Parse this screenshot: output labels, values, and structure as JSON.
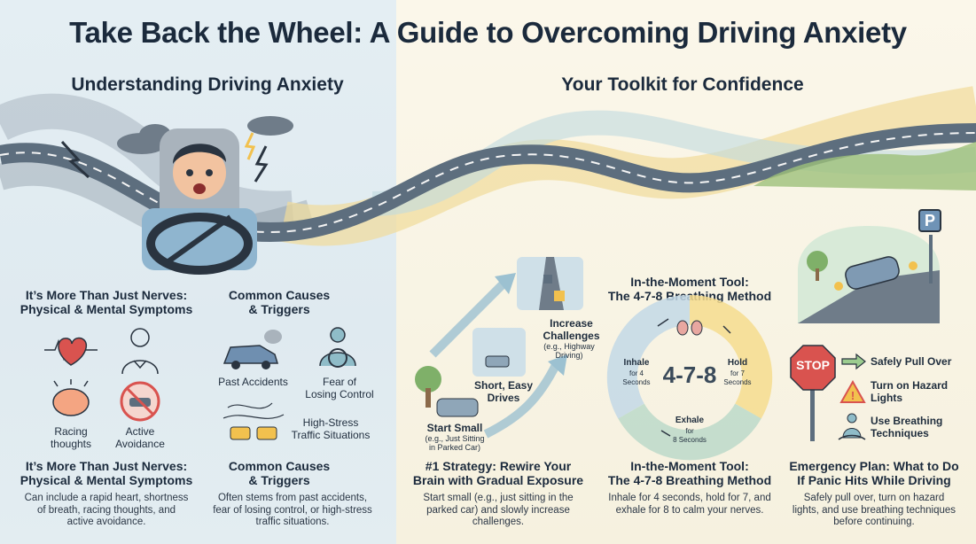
{
  "title": "Take Back the Wheel: A Guide to Overcoming Driving Anxiety",
  "left": {
    "heading": "Understanding Driving Anxiety",
    "symptoms": {
      "title": [
        "It’s More Than Just Nerves:",
        "Physical & Mental Symptoms"
      ],
      "icons": [
        "heart-icon",
        "shortness-of-breath-icon",
        "brain-icon",
        "no-driving-icon"
      ],
      "labels": [
        [
          "Racing",
          "thoughts"
        ],
        [
          "Active",
          "Avoidance"
        ]
      ],
      "bottom_title": [
        "It’s More Than Just Nerves:",
        "Physical & Mental Symptoms"
      ],
      "description": [
        "Can include a rapid heart, shortness",
        "of breath, racing thoughts, and",
        "active avoidance."
      ]
    },
    "causes": {
      "title": [
        "Common Causes",
        "& Triggers"
      ],
      "items": [
        "Past Accidents",
        [
          "Fear of",
          "Losing Control"
        ],
        [
          "High-Stress",
          "Traffic Situations"
        ]
      ],
      "bottom_title": [
        "Common Causes",
        "& Triggers"
      ],
      "description": [
        "Often stems from past accidents,",
        "fear of losing control, or high-stress",
        "traffic situations."
      ]
    }
  },
  "right": {
    "heading": "Your Toolkit for Confidence",
    "exposure": {
      "steps": [
        {
          "title": "Start Small",
          "sub": [
            "(e.g., Just Sitting",
            "in Parked Car)"
          ]
        },
        {
          "title": [
            "Short, Easy",
            "Drives"
          ],
          "sub": []
        },
        {
          "title": [
            "Increase",
            "Challenges"
          ],
          "sub": [
            "(e.g., Highway",
            "Driving)"
          ]
        }
      ],
      "bottom_title": [
        "#1 Strategy: Rewire Your",
        "Brain with Gradual Exposure"
      ],
      "description": [
        "Start small (e.g., just sitting in the",
        "parked car) and slowly increase",
        "challenges."
      ]
    },
    "breathing": {
      "title": [
        "In-the-Moment Tool:",
        "The 4-7-8 Breathing Method"
      ],
      "center": "4-7-8",
      "inhale": {
        "label": "Inhale",
        "sub": [
          "for 4",
          "Seconds"
        ]
      },
      "hold": {
        "label": "Hold",
        "sub": [
          "for 7",
          "Seconds"
        ]
      },
      "exhale": {
        "label": "Exhale",
        "sub": [
          "for",
          "8 Seconds"
        ]
      },
      "bottom_title": [
        "In-the-Moment Tool:",
        "The 4-7-8 Breathing Method"
      ],
      "description": [
        "Inhale for 4 seconds, hold for 7, and",
        "exhale for 8 to calm your nerves."
      ]
    },
    "emergency": {
      "sign_text": "STOP",
      "parking_sign": "P",
      "steps": [
        "Safely Pull Over",
        [
          "Turn on Hazard",
          "Lights"
        ],
        [
          "Use Breathing",
          "Techniques"
        ]
      ],
      "bottom_title": [
        "Emergency Plan: What to Do",
        "If Panic Hits While Driving"
      ],
      "description": [
        "Safely pull over, turn on hazard",
        "lights, and use breathing techniques",
        "before continuing."
      ]
    }
  },
  "colors": {
    "navy": "#1b2a3c",
    "road": "#5d6e7e",
    "accent_red": "#d9534f",
    "accent_yellow": "#f2c14e",
    "accent_green": "#7fb069",
    "accent_teal": "#8fbcc8"
  }
}
